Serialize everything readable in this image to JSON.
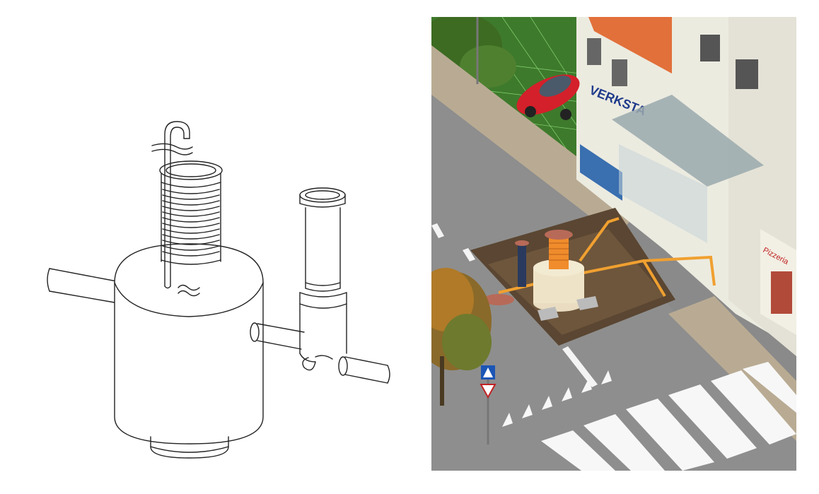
{
  "figure": {
    "left_panel": "separator-line-drawing",
    "right_panel": "street-cutaway-illustration"
  },
  "illustration": {
    "shop_sign": "VERKSTA",
    "shop_sign_2": "Pizzeria"
  },
  "colors": {
    "line_ink": "#222222",
    "pipe_orange": "#f0a030",
    "asphalt": "#8e8e8e",
    "grass": "#3e7a2c",
    "car_red": "#d4202a",
    "roof_tile": "#e2703a",
    "sign_blue": "#1e3a8a",
    "soil": "#5a4632",
    "manhole": "#b86a58"
  }
}
